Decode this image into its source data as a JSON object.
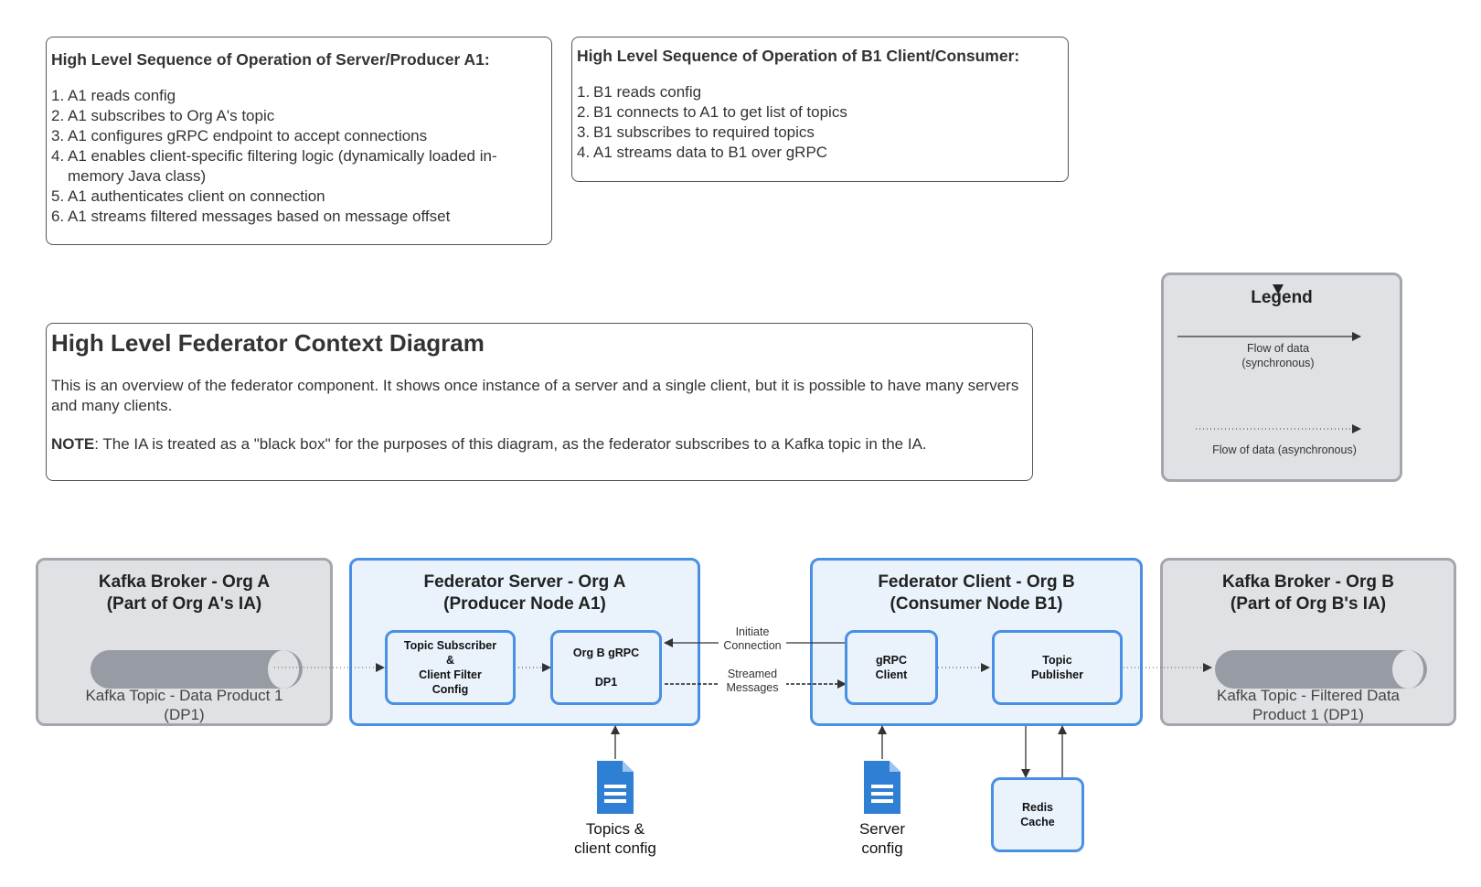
{
  "server_sequence": {
    "title": "High Level Sequence of Operation of Server/Producer A1:",
    "steps": [
      "A1 reads config",
      "A1 subscribes to Org A's topic",
      "A1 configures gRPC endpoint to accept connections",
      "A1 enables client-specific filtering logic (dynamically loaded in-memory Java class)",
      "A1 authenticates client on connection",
      "A1 streams filtered messages based on message offset"
    ]
  },
  "client_sequence": {
    "title": "High Level Sequence of Operation of B1 Client/Consumer:",
    "steps": [
      "B1 reads config",
      "B1 connects to A1 to get list of topics",
      "B1 subscribes to required topics",
      "A1 streams data to B1 over gRPC"
    ]
  },
  "context": {
    "title": "High Level Federator Context Diagram",
    "description": "This is an overview of the federator component.  It shows once instance of a server and a single client, but it is possible to have many servers and many clients.",
    "note_label": "NOTE",
    "note_text": ": The IA is treated as a \"black box\" for the purposes of this diagram, as the federator subscribes to a Kafka topic in the IA."
  },
  "legend": {
    "title": "Legend",
    "sync_label": "Flow of data\n(synchronous)",
    "async_label": "Flow of data (asynchronous)"
  },
  "zones": {
    "kafka_a": {
      "title": "Kafka Broker - Org A\n(Part of Org A's IA)",
      "topic": "Kafka Topic - Data Product 1\n(DP1)"
    },
    "server_a": {
      "title": "Federator Server - Org A\n(Producer Node A1)"
    },
    "client_b": {
      "title": "Federator Client - Org B\n(Consumer Node B1)"
    },
    "kafka_b": {
      "title": "Kafka Broker - Org B\n(Part of Org B's IA)",
      "topic": "Kafka Topic - Filtered Data\nProduct 1 (DP1)"
    }
  },
  "components": {
    "topic_subscriber": "Topic Subscriber\n&\nClient Filter\nConfig",
    "grpc_server": "Org B gRPC\n\nDP1",
    "grpc_client": "gRPC\nClient",
    "topic_publisher": "Topic\nPublisher",
    "redis_cache": "Redis\nCache"
  },
  "arrow_labels": {
    "initiate": "Initiate\nConnection",
    "streamed": "Streamed\nMessages"
  },
  "documents": {
    "topics_config": "Topics &\nclient config",
    "server_config": "Server\nconfig"
  },
  "colors": {
    "gray_fill": "#dfe1e5",
    "gray_border": "#a3a7ad",
    "blue_fill": "#eaf3fc",
    "blue_border": "#4a90e2",
    "topic_fill": "#979ba3",
    "doc_blue": "#2f80d4"
  },
  "icons": [
    "document-icon",
    "kafka-topic-cylinder"
  ]
}
